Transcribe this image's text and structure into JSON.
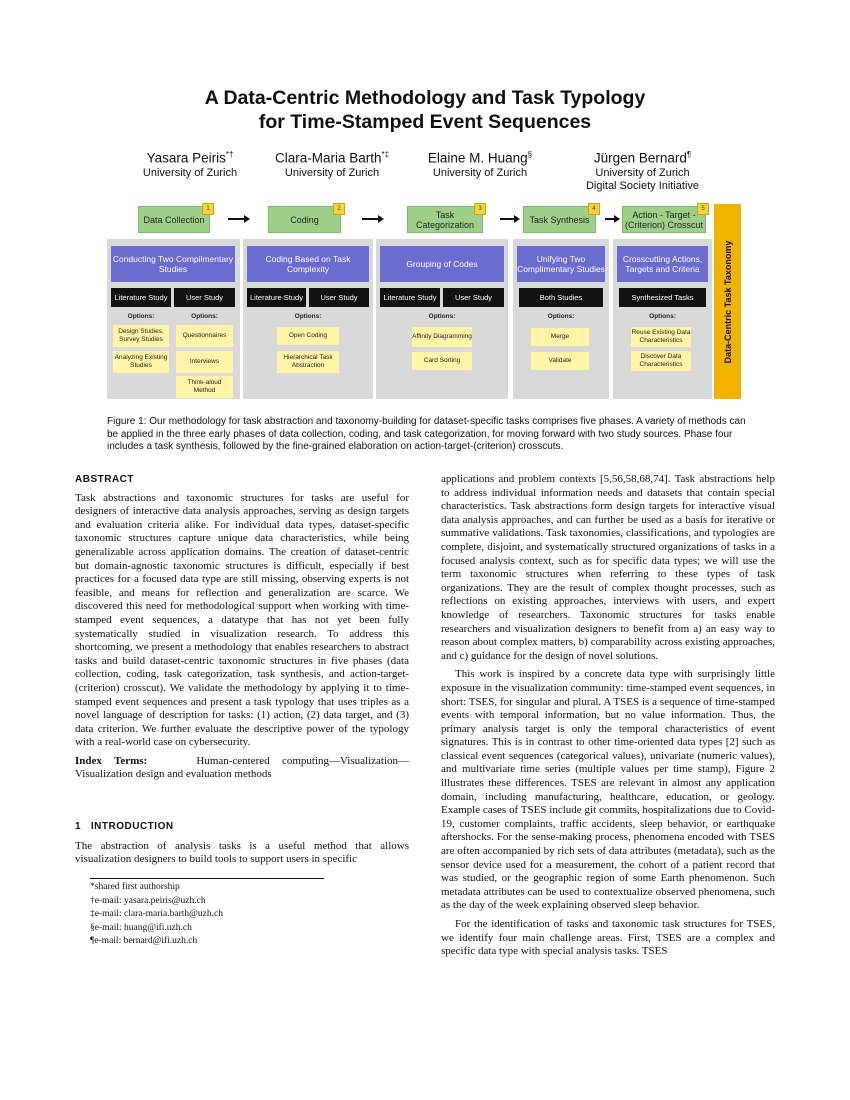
{
  "title_line1": "A Data-Centric Methodology and Task Typology",
  "title_line2": "for Time-Stamped Event Sequences",
  "authors": [
    {
      "name": "Yasara Peiris",
      "marks": "*†",
      "affiliation1": "University of Zurich",
      "affiliation2": ""
    },
    {
      "name": "Clara-Maria Barth",
      "marks": "*‡",
      "affiliation1": "University of Zurich",
      "affiliation2": ""
    },
    {
      "name": "Elaine M. Huang",
      "marks": "§",
      "affiliation1": "University of Zurich",
      "affiliation2": ""
    },
    {
      "name": "Jürgen Bernard",
      "marks": "¶",
      "affiliation1": "University of Zurich",
      "affiliation2": "Digital Society Initiative"
    }
  ],
  "figure": {
    "phases": [
      {
        "label": "Data Collection",
        "badge": "1"
      },
      {
        "label": "Coding",
        "badge": "2"
      },
      {
        "label": "Task Categorization",
        "badge": "3"
      },
      {
        "label": "Task Synthesis",
        "badge": "4"
      },
      {
        "label": "Action - Target - (Criterion) Crosscut",
        "badge": "5"
      }
    ],
    "headers": [
      "Conducting Two Compilmentary Studies",
      "Coding Based on Task Complexity",
      "Grouping of Codes",
      "Unifying Two Complimentary Studies",
      "Crosscutting Actions, Targets and Criteria"
    ],
    "studies": {
      "literature": "Literature Study",
      "user": "User Study",
      "both": "Both Studies",
      "synth": "Synthesized Tasks"
    },
    "options_label": "Options:",
    "opts_lit": [
      "Design Studies, Survey Studies",
      "Analyzing Existing Studies"
    ],
    "opts_user": [
      "Questionnaires",
      "Interviews",
      "Think-aloud Method"
    ],
    "opts_coding": [
      "Open Coding",
      "Hierarchical Task Abstraction"
    ],
    "opts_cat": [
      "Affinity Diagramming",
      "Card Sorting"
    ],
    "opts_synth": [
      "Merge",
      "Validate"
    ],
    "opts_cross": [
      "Reuse Existing Data Characteristics",
      "Discover Data Characteristics"
    ],
    "taxonomy": "Data-Centric Task Taxonomy"
  },
  "caption": "Figure 1: Our methodology for task abstraction and taxonomy-building for dataset-specific tasks comprises five phases. A variety of methods can be applied in the three early phases of data collection, coding, and task categorization, for moving forward with two study sources. Phase four includes a task synthesis, followed by the fine-grained elaboration on action-target-(criterion) crosscuts.",
  "abstract_heading": "Abstract",
  "abstract": "Task abstractions and taxonomic structures for tasks are useful for designers of interactive data analysis approaches, serving as design targets and evaluation criteria alike. For individual data types, dataset-specific taxonomic structures capture unique data characteristics, while being generalizable across application domains. The creation of dataset-centric but domain-agnostic taxonomic structures is difficult, especially if best practices for a focused data type are still missing, observing experts is not feasible, and means for reflection and generalization are scarce. We discovered this need for methodological support when working with time-stamped event sequences, a datatype that has not yet been fully systematically studied in visualization research. To address this shortcoming, we present a methodology that enables researchers to abstract tasks and build dataset-centric taxonomic structures in five phases (data collection, coding, task categorization, task synthesis, and action-target-(criterion) crosscut). We validate the methodology by applying it to time-stamped event sequences and present a task typology that uses triples as a novel language of description for tasks: (1) action, (2) data target, and (3) data criterion. We further evaluate the descriptive power of the typology with a real-world case on cybersecurity.",
  "index_terms_label": "Index Terms:",
  "index_terms": "Human-centered computing—Visualization—Visualization design and evaluation methods",
  "intro_number": "1",
  "intro_heading": "Introduction",
  "intro_left": "The abstraction of analysis tasks is a useful method that allows visualization designers to build tools to support users in specific",
  "footnotes": [
    "*shared first authorship",
    "†e-mail: yasara.peiris@uzh.ch",
    "‡e-mail: clara-maria.barth@uzh.ch",
    "§e-mail: huang@ifi.uzh.ch",
    "¶e-mail: bernard@ifi.uzh.ch"
  ],
  "right_p1": "applications and problem contexts [5,56,58,68,74]. Task abstractions help to address individual information needs and datasets that contain special characteristics. Task abstractions form design targets for interactive visual data analysis approaches, and can further be used as a basis for iterative or summative validations. Task taxonomies, classifications, and typologies are complete, disjoint, and systematically structured organizations of tasks in a focused analysis context, such as for specific data types; we will use the term taxonomic structures when referring to these types of task organizations. They are the result of complex thought processes, such as reflections on existing approaches, interviews with users, and expert knowledge of researchers. Taxonomic structures for tasks enable researchers and visualization designers to benefit from a) an easy way to reason about complex matters, b) comparability across existing approaches, and c) guidance for the design of novel solutions.",
  "right_p2": "This work is inspired by a concrete data type with surprisingly little exposure in the visualization community: time-stamped event sequences, in short: TSES, for singular and plural. A TSES is a sequence of time-stamped events with temporal information, but no value information. Thus, the primary analysis target is only the temporal characteristics of event signatures. This is in contrast to other time-oriented data types [2] such as classical event sequences (categorical values), univariate (numeric values), and multivariate time series (multiple values per time stamp), Figure 2 illustrates these differences. TSES are relevant in almost any application domain, including manufacturing, healthcare, education, or geology. Example cases of TSES include git commits, hospitalizations due to Covid-19, customer complaints, traffic accidents, sleep behavior, or earthquake aftershocks. For the sense-making process, phenomena encoded with TSES are often accompanied by rich sets of data attributes (metadata), such as the sensor device used for a measurement, the cohort of a patient record that was studied, or the geographic region of some Earth phenomenon. Such metadata attributes can be used to contextualize observed phenomena, such as the day of the week explaining observed sleep behavior.",
  "right_p3": "For the identification of tasks and taxonomic task structures for TSES, we identify four main challenge areas. First, TSES are a complex and specific data type with special analysis tasks. TSES"
}
